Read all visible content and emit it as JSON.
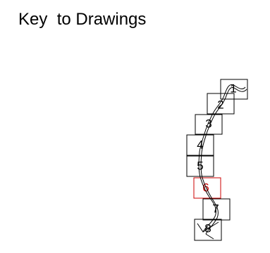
{
  "page": {
    "title": "Key  to Drawings"
  },
  "key_map": {
    "active_sheet": "6",
    "colors": {
      "default": "#000000",
      "active": "#cc0000"
    },
    "sheets": [
      {
        "label": "1"
      },
      {
        "label": "2"
      },
      {
        "label": "3"
      },
      {
        "label": "4"
      },
      {
        "label": "5"
      },
      {
        "label": "6"
      },
      {
        "label": "7"
      },
      {
        "label": "8"
      }
    ]
  }
}
